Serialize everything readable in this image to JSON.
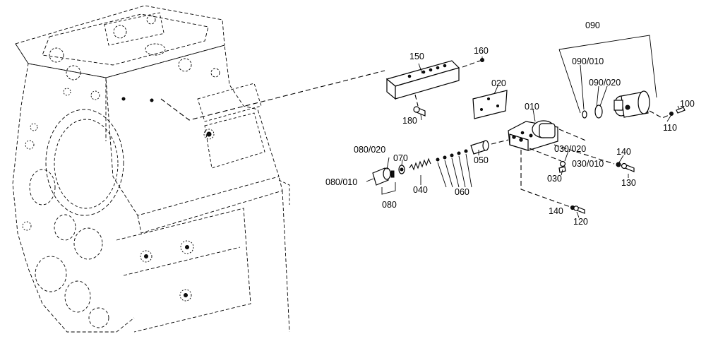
{
  "labels": {
    "l090": "090",
    "l090_010": "090/010",
    "l090_020": "090/020",
    "l100": "100",
    "l110": "110",
    "l150": "150",
    "l160": "160",
    "l180": "180",
    "l020": "020",
    "l010": "010",
    "l030_020": "030/020",
    "l030_010": "030/010",
    "l030": "030",
    "l140a": "140",
    "l130": "130",
    "l140b": "140",
    "l120": "120",
    "l080_020": "080/020",
    "l070": "070",
    "l050": "050",
    "l080_010": "080/010",
    "l040": "040",
    "l060": "060",
    "l080": "080"
  }
}
